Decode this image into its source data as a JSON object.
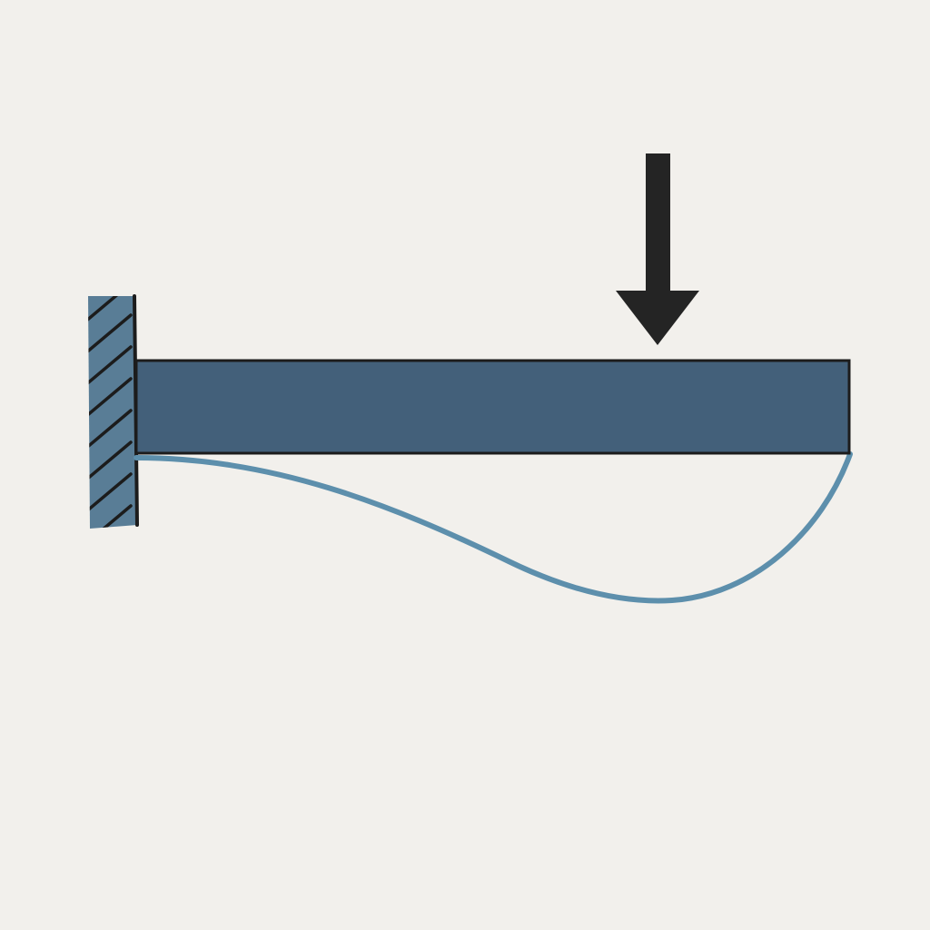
{
  "diagram": {
    "kind": "cantilever-beam",
    "elements": [
      "fixed-support",
      "beam",
      "point-load",
      "deflection-curve"
    ],
    "colors": {
      "background": "#f2f0ec",
      "support_fill": "#597d96",
      "beam_fill": "#43607a",
      "outline": "#1c1c1c",
      "hatch": "#1c1c1c",
      "load_arrow": "#242424",
      "deflection_curve": "#5d8fac"
    },
    "labels": []
  }
}
